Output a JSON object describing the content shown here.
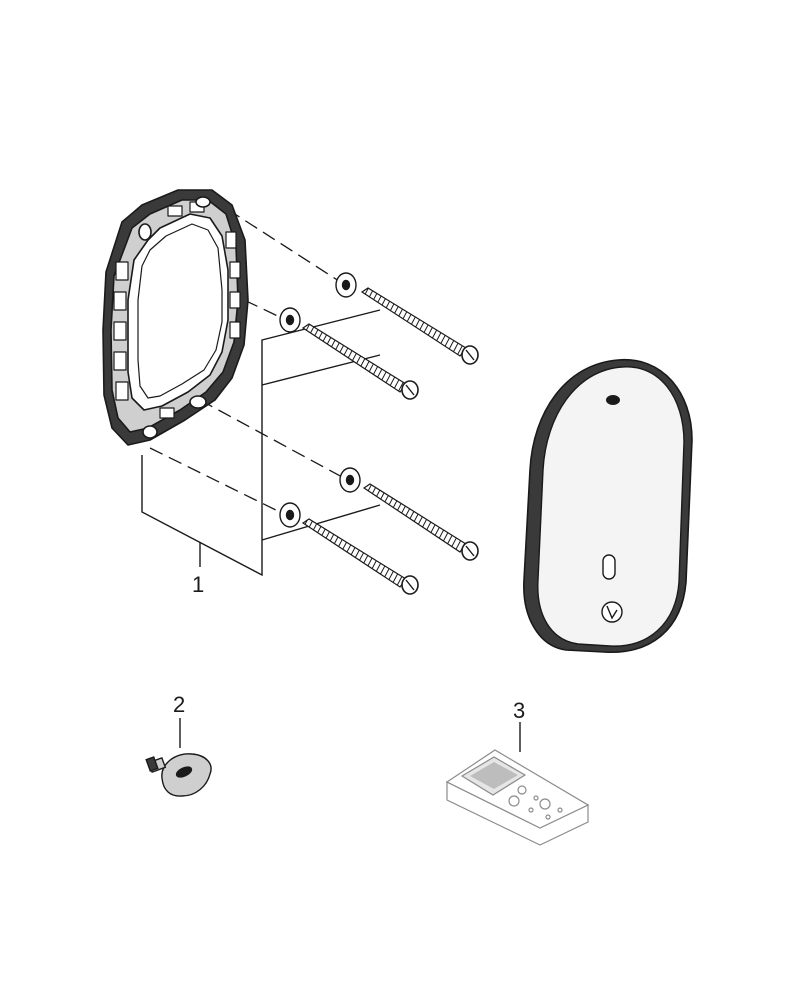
{
  "callouts": {
    "part1": "1",
    "part2": "2",
    "part3": "3"
  },
  "colors": {
    "ink": "#1a1a1a",
    "body_fill": "#ffffff",
    "remote_stroke": "#8c8c8c"
  },
  "icons": [
    "mounting-frame",
    "washer",
    "screw",
    "cover-plate",
    "key",
    "remote-control"
  ]
}
